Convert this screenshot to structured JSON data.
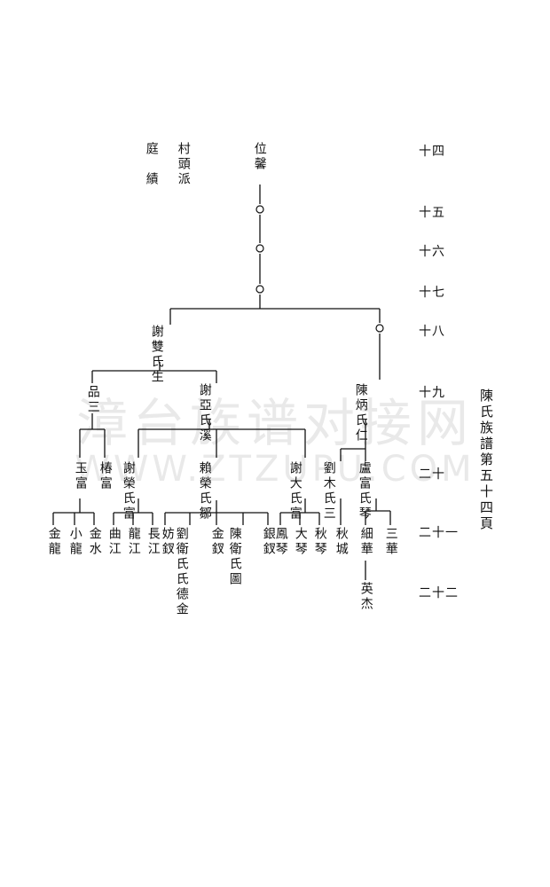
{
  "header": {
    "branch": "村頭派",
    "clan_line": "庭績"
  },
  "generations": [
    "十四",
    "十五",
    "十六",
    "十七",
    "十八",
    "十九",
    "二十",
    "二十一",
    "二十二"
  ],
  "page_label": "陳氏族譜第五十四頁",
  "watermark": {
    "line1": "漳台族谱对接网",
    "line2": "WWW.ZTZUPU.COM"
  },
  "people": {
    "g14_weixin": "位馨",
    "g18_xie_shuangsheng": "謝雙氏生",
    "g19_pinsan": "品三",
    "g19_xie_yaxi": "謝亞氏溪",
    "g19_chen_bingren": "陳炳氏仁",
    "g20_yufu": "玉富",
    "g20_chunfu": "椿富",
    "g20_xie_rongfu": "謝榮氏富",
    "g20_lai_rongzou": "賴榮氏鄒",
    "g20_xie_dafu": "謝大氏富",
    "g20_liu_musan": "劉木氏三",
    "g20_lu_fuqin": "盧富氏琴",
    "g21_jinlong": "金龍",
    "g21_xiaolong": "小龍",
    "g21_jinshui": "金水",
    "g21_qujiang": "曲江",
    "g21_longjiang": "龍江",
    "g21_changjiang": "長江",
    "g21_youchai": "妨釵",
    "g21_liu_wei_de_jin": "劉衛氏氏德金",
    "g21_jinchai": "金釵",
    "g21_chen_wei_tu": "陳衛氏圖",
    "g21_yinchai": "銀釵",
    "g21_fengqin": "鳳琴",
    "g21_daqin": "大琴",
    "g21_qiuqin": "秋琴",
    "g21_qiucheng": "秋城",
    "g21_xihua": "細華",
    "g21_sanhua": "三華",
    "g22_yingjie": "英杰"
  }
}
